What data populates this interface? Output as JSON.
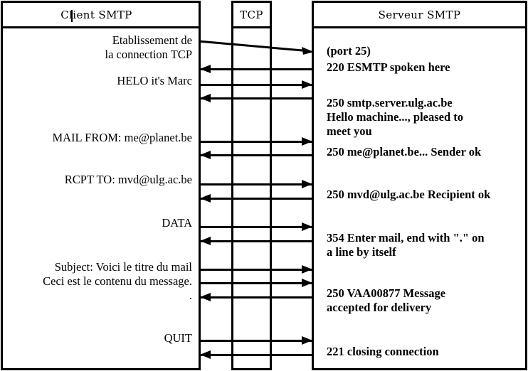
{
  "diagram": {
    "title": "SMTP session sequence diagram",
    "type": "sequence",
    "colors": {
      "line": "#000000",
      "background": "#ffffff",
      "text": "#000000"
    },
    "columns": [
      {
        "id": "client",
        "label": "Client SMTP"
      },
      {
        "id": "tcp",
        "label": "TCP"
      },
      {
        "id": "server",
        "label": "Serveur SMTP"
      }
    ],
    "client_messages": [
      {
        "id": "establish",
        "text": "Etablissement de\nla connection TCP"
      },
      {
        "id": "helo",
        "text": "HELO it's Marc"
      },
      {
        "id": "mail-from",
        "text": "MAIL FROM: me@planet.be"
      },
      {
        "id": "rcpt-to",
        "text": "RCPT TO: mvd@ulg.ac.be"
      },
      {
        "id": "data",
        "text": "DATA"
      },
      {
        "id": "subject",
        "text": "Subject:  Voici le titre du mail"
      },
      {
        "id": "body",
        "text": "Ceci est le contenu du message."
      },
      {
        "id": "end-dot",
        "text": "."
      },
      {
        "id": "quit",
        "text": "QUIT"
      }
    ],
    "server_messages": [
      {
        "id": "port",
        "text": "(port 25)"
      },
      {
        "id": "greeting",
        "text": "220 ESMTP spoken here"
      },
      {
        "id": "helo-reply",
        "text": "250 smtp.server.ulg.ac.be\nHello machine..., pleased to\nmeet you"
      },
      {
        "id": "sender-ok",
        "text": "250 me@planet.be... Sender ok"
      },
      {
        "id": "rcpt-ok",
        "text": "250 mvd@ulg.ac.be Recipient ok"
      },
      {
        "id": "data-reply",
        "text": "354 Enter mail, end with \".\" on\na line by itself"
      },
      {
        "id": "accepted",
        "text": "250 VAA00877 Message\naccepted for delivery"
      },
      {
        "id": "closing",
        "text": "221 closing connection"
      }
    ],
    "arrows": [
      {
        "id": "arrow-tcp-establish",
        "direction": "right",
        "style": "diagonal"
      },
      {
        "id": "arrow-tcp-ack",
        "direction": "left",
        "style": "straight"
      },
      {
        "id": "arrow-helo",
        "direction": "right",
        "style": "straight"
      },
      {
        "id": "arrow-helo-reply",
        "direction": "left",
        "style": "straight"
      },
      {
        "id": "arrow-mail-from",
        "direction": "right",
        "style": "straight"
      },
      {
        "id": "arrow-sender-ok",
        "direction": "left",
        "style": "straight"
      },
      {
        "id": "arrow-rcpt-to",
        "direction": "right",
        "style": "straight"
      },
      {
        "id": "arrow-rcpt-ok",
        "direction": "left",
        "style": "straight"
      },
      {
        "id": "arrow-data",
        "direction": "right",
        "style": "straight"
      },
      {
        "id": "arrow-data-reply",
        "direction": "left",
        "style": "straight"
      },
      {
        "id": "arrow-subject",
        "direction": "right",
        "style": "straight"
      },
      {
        "id": "arrow-body",
        "direction": "right",
        "style": "straight"
      },
      {
        "id": "arrow-end-dot",
        "direction": "right",
        "style": "straight"
      },
      {
        "id": "arrow-accepted",
        "direction": "left",
        "style": "straight"
      },
      {
        "id": "arrow-quit",
        "direction": "right",
        "style": "straight"
      },
      {
        "id": "arrow-closing",
        "direction": "left",
        "style": "straight"
      }
    ]
  }
}
